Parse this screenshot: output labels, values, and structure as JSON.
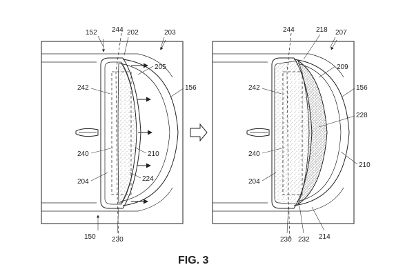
{
  "figure": {
    "caption": "FIG. 3",
    "left_panel": {
      "labels": {
        "l152": "152",
        "l244": "244",
        "l202": "202",
        "l203": "203",
        "l205": "205",
        "l242": "242",
        "l156": "156",
        "l240": "240",
        "l210": "210",
        "l204": "204",
        "l224": "224",
        "l150": "150",
        "l230": "230"
      }
    },
    "right_panel": {
      "labels": {
        "l244": "244",
        "l218": "218",
        "l207": "207",
        "l209": "209",
        "l242": "242",
        "l156": "156",
        "l228": "228",
        "l240": "240",
        "l210": "210",
        "l204": "204",
        "l230": "230",
        "l232": "232",
        "l214": "214"
      }
    }
  },
  "style": {
    "ink_color": "#222222",
    "background_color": "#ffffff"
  }
}
